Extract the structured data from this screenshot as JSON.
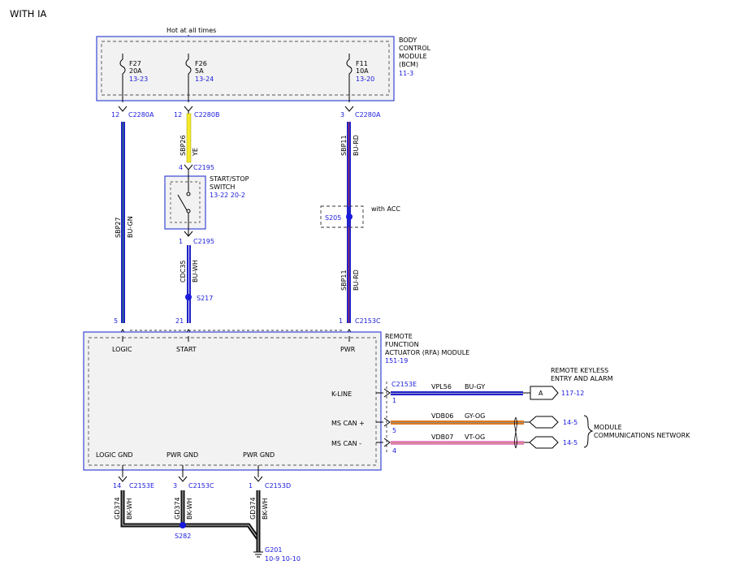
{
  "page_title": "WITH IA",
  "hot_label": "Hot at all times",
  "colors": {
    "module_border": "#3a46d6",
    "wire_bu": "#2222c8",
    "wire_ye": "#f2ea2a",
    "wire_bk": "#111111",
    "wire_og": "#e07a1e",
    "wire_vt": "#e48ac8",
    "ref_text": "#1a1adc"
  },
  "bcm": {
    "name_lines": [
      "BODY",
      "CONTROL",
      "MODULE",
      "(BCM)"
    ],
    "ref": "11-3",
    "fuses": [
      {
        "name": "F27",
        "rating": "20A",
        "ref": "13-23"
      },
      {
        "name": "F26",
        "rating": "5A",
        "ref": "13-24"
      },
      {
        "name": "F11",
        "rating": "10A",
        "ref": "13-20"
      }
    ]
  },
  "bcm_pins": [
    {
      "pin": "12",
      "connector": "C2280A"
    },
    {
      "pin": "12",
      "connector": "C2280B"
    },
    {
      "pin": "3",
      "connector": "C2280A"
    }
  ],
  "wires": {
    "sbp27": {
      "circuit": "SBP27",
      "color": "BU-GN"
    },
    "sbp26": {
      "circuit": "SBP26",
      "color": "YE"
    },
    "cdc35": {
      "circuit": "CDC35",
      "color": "BU-WH"
    },
    "sbp11_upper": {
      "circuit": "SBP11",
      "color": "BU-RD"
    },
    "sbp11_lower": {
      "circuit": "SBP11",
      "color": "BU-RD"
    }
  },
  "switch": {
    "name_lines": [
      "START/STOP",
      "SWITCH"
    ],
    "refs": "13-22   20-2",
    "top_pin": "4",
    "top_connector": "C2195",
    "bottom_pin": "1",
    "bottom_connector": "C2195"
  },
  "splices": {
    "s217": "S217",
    "s205": "S205",
    "s205_note": "with ACC",
    "s282": "S282"
  },
  "rfa_pins": [
    {
      "pin": "5",
      "connector": ""
    },
    {
      "pin": "21",
      "connector": ""
    },
    {
      "pin": "1",
      "connector": "C2153C"
    }
  ],
  "rfa": {
    "name_lines": [
      "REMOTE",
      "FUNCTION",
      "ACTUATOR (RFA) MODULE"
    ],
    "ref": "151-19",
    "top_pins": [
      "LOGIC",
      "START",
      "PWR"
    ],
    "right_pins": [
      "K-LINE",
      "MS CAN +",
      "MS CAN -"
    ],
    "bottom_pins": [
      "LOGIC GND",
      "PWR GND",
      "PWR GND"
    ]
  },
  "right_circuits": [
    {
      "connector": "C2153E",
      "pin": "1",
      "circuit": "VPL56",
      "color": "BU-GY"
    },
    {
      "connector": "",
      "pin": "5",
      "circuit": "VDB06",
      "color": "GY-OG"
    },
    {
      "connector": "",
      "pin": "4",
      "circuit": "VDB07",
      "color": "VT-OG"
    }
  ],
  "kline_dest": {
    "label": "A",
    "ref": "117-12",
    "name_lines": [
      "REMOTE KEYLESS",
      "ENTRY AND ALARM"
    ]
  },
  "can_dest": {
    "refs": [
      "14-5",
      "14-5"
    ],
    "name_lines": [
      "MODULE",
      "COMMUNICATIONS NETWORK"
    ]
  },
  "ground_pins": [
    {
      "pin": "14",
      "connector": "C2153E",
      "circuit": "GD374",
      "color": "BK-WH"
    },
    {
      "pin": "3",
      "connector": "C2153C",
      "circuit": "GD374",
      "color": "BK-WH"
    },
    {
      "pin": "1",
      "connector": "C2153D",
      "circuit": "GD374",
      "color": "BK-WH"
    }
  ],
  "ground": {
    "name": "G201",
    "refs": "10-9   10-10"
  }
}
